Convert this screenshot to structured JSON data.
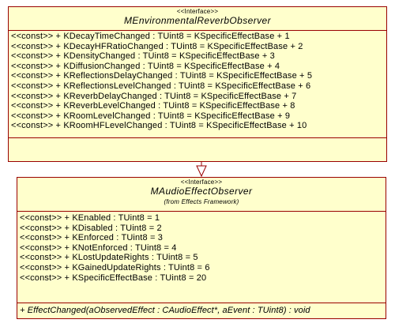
{
  "diagram": {
    "classes": [
      {
        "stereotype": "<<Interface>>",
        "name": "MEnvironmentalReverbObserver",
        "from": "",
        "attributes": [
          "<<const>> + KDecayTimeChanged : TUint8 = KSpecificEffectBase + 1",
          "<<const>> + KDecayHFRatioChanged : TUint8 = KSpecificEffectBase + 2",
          "<<const>> + KDensityChanged : TUint8 = KSpecificEffectBase + 3",
          "<<const>> + KDiffusionChanged : TUint8 = KSpecificEffectBase + 4",
          "<<const>> + KReflectionsDelayChanged : TUint8 = KSpecificEffectBase + 5",
          "<<const>> + KReflectionsLevelChanged : TUint8 = KSpecificEffectBase + 6",
          "<<const>> + KReverbDelayChanged : TUint8 = KSpecificEffectBase + 7",
          "<<const>> + KReverbLevelChanged : TUint8 = KSpecificEffectBase + 8",
          "<<const>> + KRoomLevelChanged : TUint8 = KSpecificEffectBase + 9",
          "<<const>> + KRoomHFLevelChanged : TUint8 = KSpecificEffectBase + 10"
        ],
        "operations": []
      },
      {
        "stereotype": "<<Interface>>",
        "name": "MAudioEffectObserver",
        "from": "(from Effects Framework)",
        "attributes": [
          "<<const>> + KEnabled : TUint8 = 1",
          "<<const>> + KDisabled : TUint8 = 2",
          "<<const>> + KEnforced : TUint8 = 3",
          "<<const>> + KNotEnforced : TUint8 = 4",
          "<<const>> + KLostUpdateRights : TUint8 = 5",
          "<<const>> + KGainedUpdateRights : TUint8 = 6",
          "<<const>> + KSpecificEffectBase : TUint8 = 20"
        ],
        "operations": [
          "+ EffectChanged(aObservedEffect : CAudioEffect*, aEvent : TUint8) : void"
        ]
      }
    ],
    "relationship": {
      "type": "generalization",
      "from": "MEnvironmentalReverbObserver",
      "to": "MAudioEffectObserver"
    },
    "colors": {
      "box_fill": "#ffffcc",
      "box_border": "#990000"
    }
  }
}
